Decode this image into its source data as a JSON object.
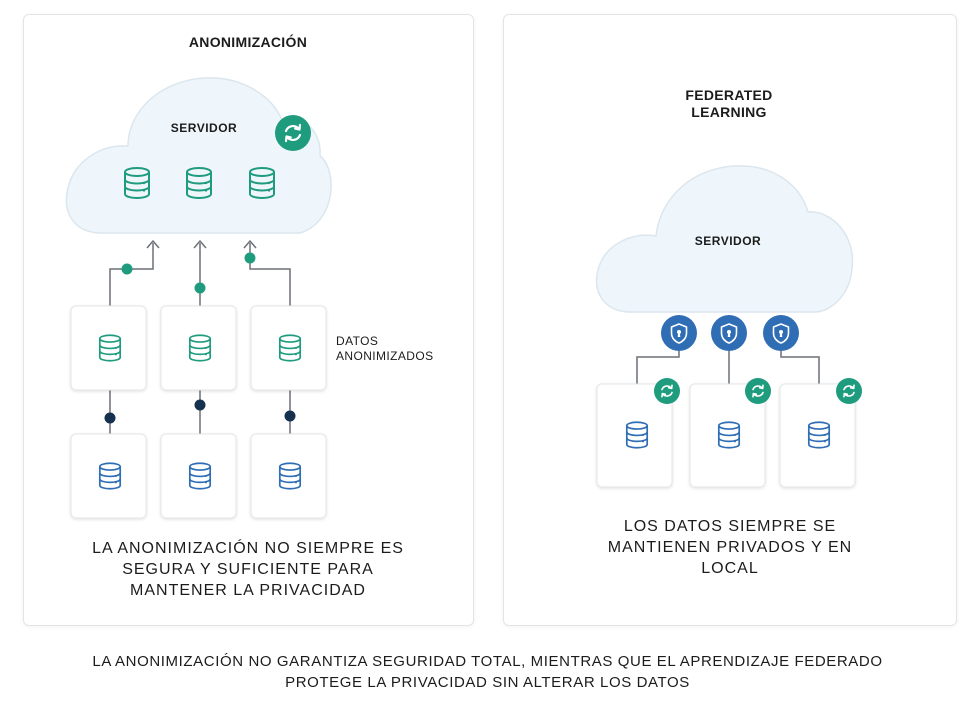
{
  "left": {
    "title": "ANONIMIZACIÓN",
    "server_label": "SERVIDOR",
    "side_label_line1": "DATOS",
    "side_label_line2": "ANONIMIZADOS",
    "caption_line1": "LA ANONIMIZACIÓN NO SIEMPRE ES",
    "caption_line2": "SEGURA Y SUFICIENTE PARA",
    "caption_line3": "MANTENER LA PRIVACIDAD"
  },
  "right": {
    "title_line1": "FEDERATED",
    "title_line2": "LEARNING",
    "server_label": "SERVIDOR",
    "caption_line1": "LOS DATOS SIEMPRE SE",
    "caption_line2": "MANTIENEN PRIVADOS Y EN",
    "caption_line3": "LOCAL"
  },
  "footer": {
    "line1": "LA ANONIMIZACIÓN NO GARANTIZA SEGURIDAD TOTAL, MIENTRAS QUE EL APRENDIZAJE FEDERADO",
    "line2": "PROTEGE LA PRIVACIDAD SIN ALTERAR LOS DATOS"
  },
  "icons": {
    "database": "database-icon",
    "sync": "sync-icon",
    "shield": "shield-lock-icon"
  },
  "colors": {
    "green": "#1f9b7e",
    "blue": "#2f6db5",
    "navy": "#16304f",
    "cloud_fill": "#eef6fb",
    "cloud_stroke": "#dbe6ee"
  }
}
